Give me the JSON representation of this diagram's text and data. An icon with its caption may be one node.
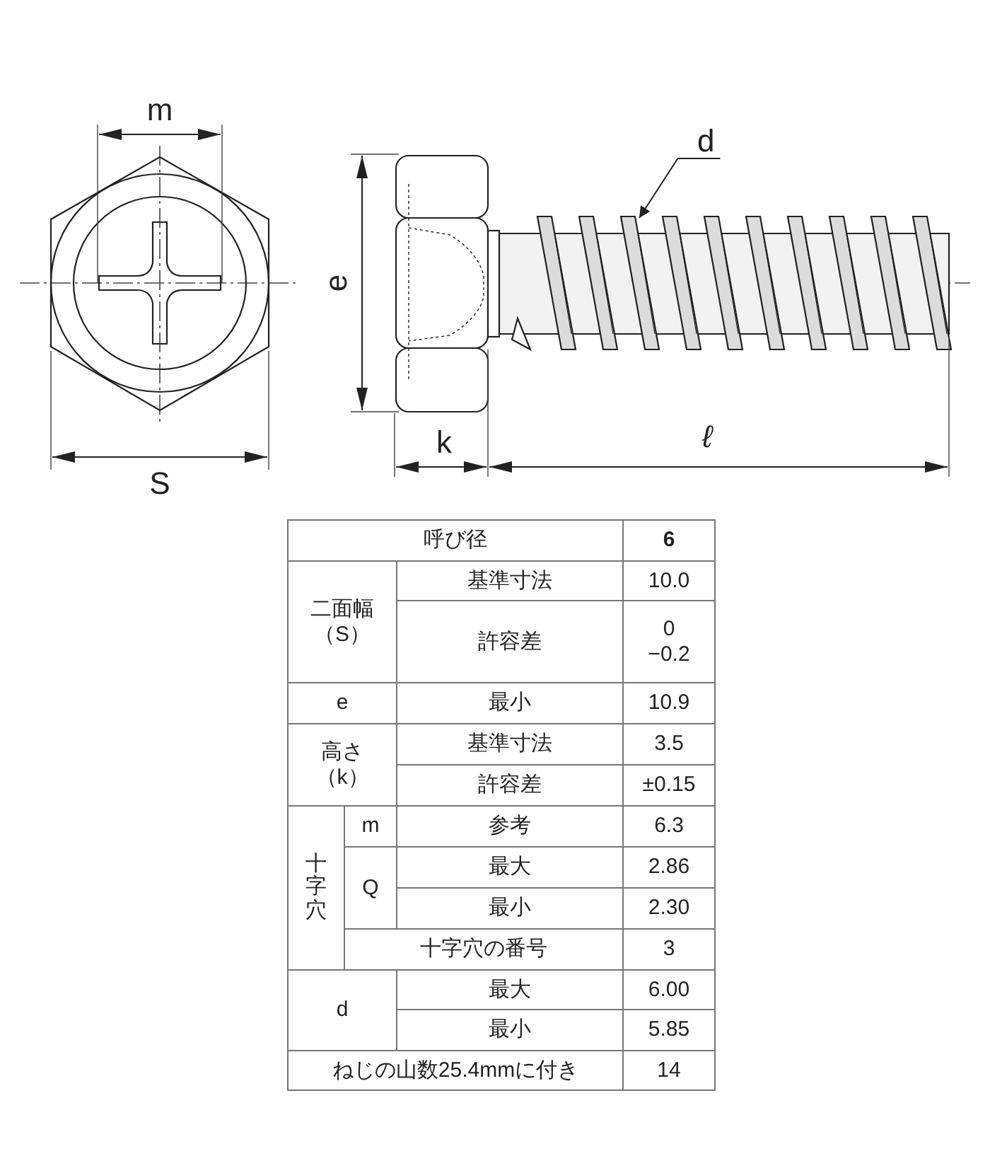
{
  "diagram": {
    "nodes": [
      {
        "text": [
          "d"
        ]
      },
      {
        "text": [],
        "shape": "picture"
      }
    ],
    "edges": [
      {
        "from": 0,
        "to": 1,
        "arrow": "to"
      }
    ],
    "labels": [
      "m",
      "S",
      "e",
      "k",
      "ℓ",
      "呼び径",
      "6",
      "二面幅（S）",
      "基準寸法",
      "10.0",
      "許容差",
      "0 −0.2",
      "e",
      "最小",
      "10.9",
      "高さ（k）",
      "基準寸法",
      "3.5",
      "許容差",
      "±0.15",
      "十字穴",
      "m",
      "参考",
      "6.3",
      "Q",
      "最大",
      "2.86",
      "最小",
      "2.30",
      "十字穴の番号",
      "3",
      "d",
      "最大",
      "6.00",
      "最小",
      "5.85",
      "ねじの山数25.4mmに付き",
      "14"
    ]
  }
}
